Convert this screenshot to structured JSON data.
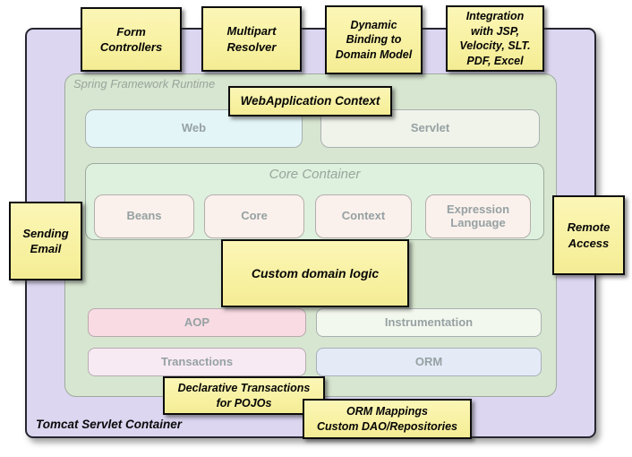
{
  "containers": {
    "tomcat": "Tomcat Servlet Container",
    "runtime": "Spring Framework Runtime",
    "core_container": "Core Container"
  },
  "modules": {
    "web": "Web",
    "servlet": "Servlet",
    "beans": "Beans",
    "core": "Core",
    "context": "Context",
    "expression_language": "Expression Language",
    "aop": "AOP",
    "instrumentation": "Instrumentation",
    "transactions": "Transactions",
    "orm": "ORM"
  },
  "notes": {
    "form_controllers": "Form\nControllers",
    "multipart_resolver": "Multipart\nResolver",
    "dynamic_binding": "Dynamic\nBinding to\nDomain Model",
    "integration_views": "Integration\nwith JSP,\nVelocity, SLT.\nPDF, Excel",
    "webapplication_context": "WebApplication Context",
    "sending_email": "Sending\nEmail",
    "custom_domain_logic": "Custom domain logic",
    "remote_access": "Remote\nAccess",
    "declarative_transactions": "Declarative Transactions\nfor POJOs",
    "orm_mappings": "ORM Mappings\nCustom DAO/Repositories"
  },
  "colors": {
    "outer_container_fill": "#dcd6f1",
    "runtime_fill": "#d7e6d0",
    "core_container_fill": "#def1de",
    "web_fill": "#e3f5f7",
    "servlet_fill": "#f0f3ea",
    "bean_boxes_fill": "#fbf1ec",
    "aop_fill": "#f9dbe3",
    "instrumentation_fill": "#f3f8ee",
    "transactions_fill": "#f8eaf3",
    "orm_fill": "#e4ebf7",
    "note_fill": "#f8f1a2",
    "note_border": "#0c0c0c",
    "muted_label_text": "#96a1a3"
  }
}
